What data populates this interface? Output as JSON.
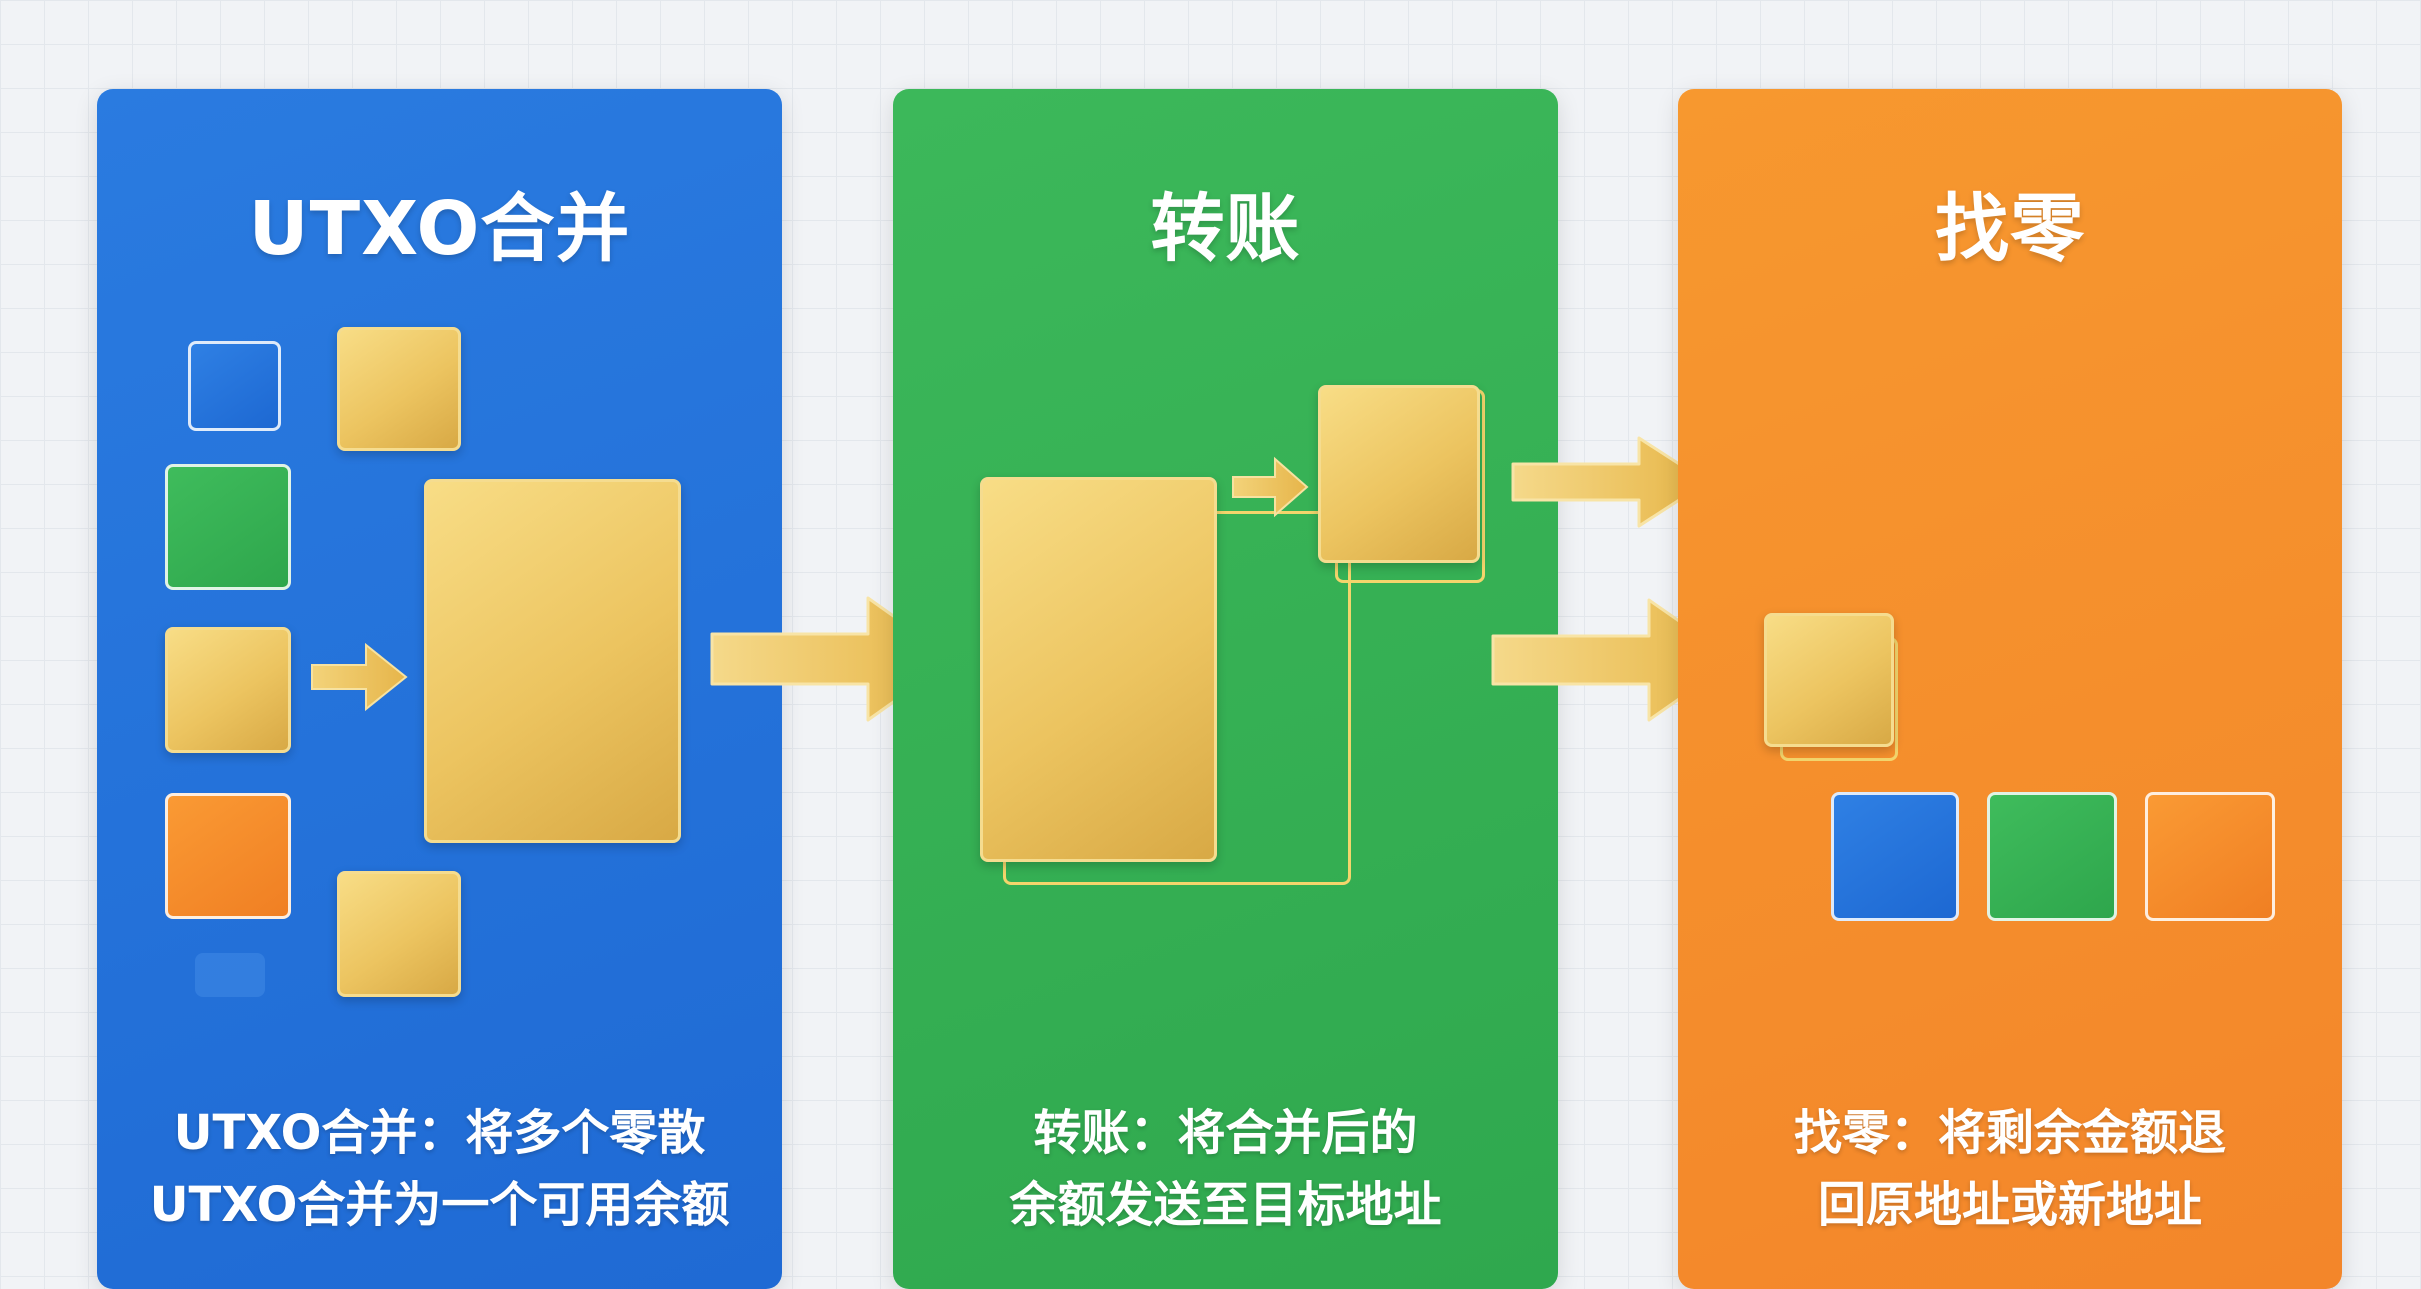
{
  "panels": {
    "merge": {
      "title": "UTXO合并",
      "caption_line1": "UTXO合并：将多个零散",
      "caption_line2": "UTXO合并为一个可用余额"
    },
    "transfer": {
      "title": "转账",
      "caption_line1": "转账：将合并后的",
      "caption_line2": "余额发送至目标地址"
    },
    "change": {
      "title": "找零",
      "caption_line1": "找零：将剩余金额退",
      "caption_line2": "回原地址或新地址"
    }
  },
  "colors": {
    "merge": "#1f6ad4",
    "transfer": "#2fa84e",
    "change": "#f3862a",
    "gold": "#ecc460"
  }
}
